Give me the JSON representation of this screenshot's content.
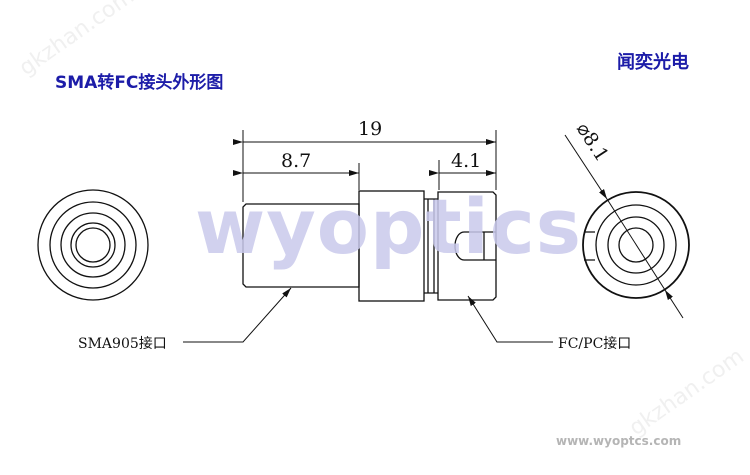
{
  "title": "SMA转FC接头外形图",
  "brand": "闻奕光电",
  "watermark": "wyoptics",
  "site_watermark": "gkzhan.com",
  "url": "www.wyoptcs.com",
  "dimensions": {
    "total": "19",
    "barrel": "8.7",
    "fc_end": "4.1",
    "diameter": "⌀8.1"
  },
  "labels": {
    "sma": "SMA905接口",
    "fc": "FC/PC接口"
  }
}
